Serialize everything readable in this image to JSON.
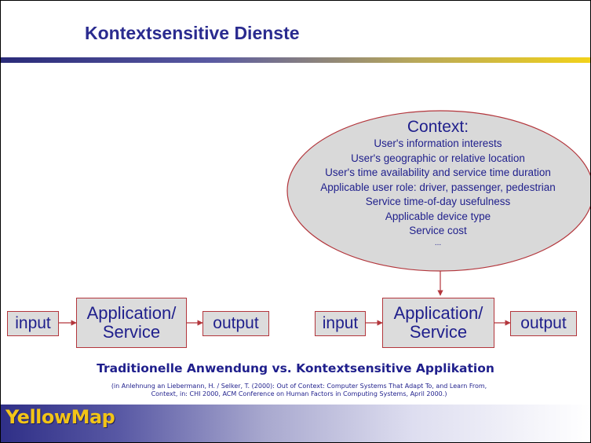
{
  "slide": {
    "title": "Kontextsensitive Dienste"
  },
  "context": {
    "heading": "Context:",
    "items": [
      "User's information interests",
      "User's geographic or relative location",
      "User's time availability and service time duration",
      "Applicable user role: driver, passenger, pedestrian",
      "Service time-of-day usefulness",
      "Applicable device type",
      "Service cost"
    ],
    "ellipsis": "..."
  },
  "left_flow": {
    "input": "input",
    "app_line1": "Application/",
    "app_line2": "Service",
    "output": "output"
  },
  "right_flow": {
    "input": "input",
    "app_line1": "Application/",
    "app_line2": "Service",
    "output": "output"
  },
  "caption": "Traditionelle Anwendung vs. Kontextsensitive Applikation",
  "citation": {
    "line1": "(in Anlehnung an Liebermann, H. / Selker, T. (2000): Out of Context: Computer Systems That Adapt To, and Learn From,",
    "line2": "Context, in: CHI 2000, ACM Conference on Human Factors in Computing Systems, April 2000.)"
  },
  "footer": {
    "logo_text": "YellowMap"
  },
  "colors": {
    "title": "#2a2b8f",
    "text": "#1f1f8c",
    "box_fill": "#dcdcdc",
    "box_border": "#b3363c",
    "connector": "#b3363c",
    "logo": "#f2c417"
  }
}
